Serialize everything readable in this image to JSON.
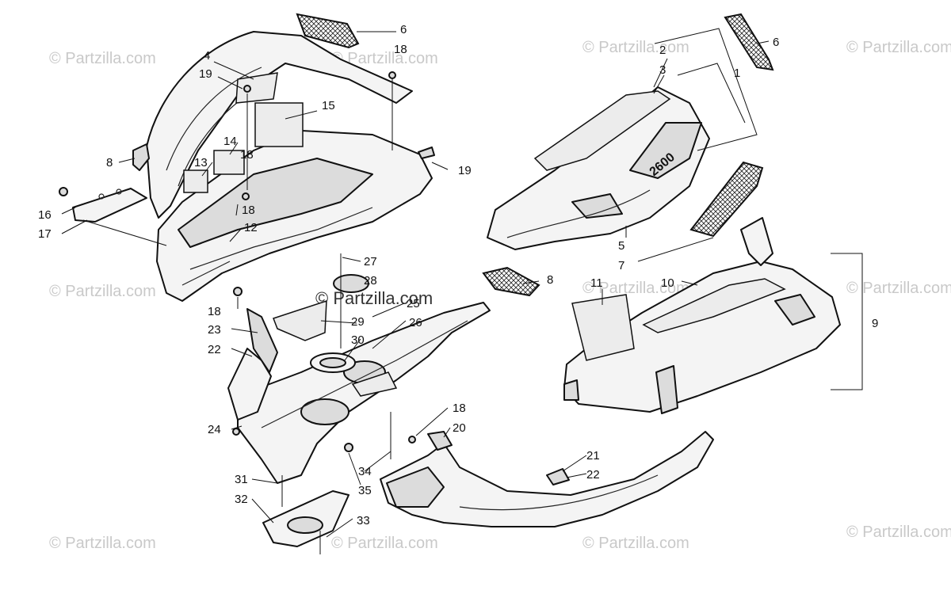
{
  "watermark": {
    "text": "© Partzilla.com",
    "center_text": "© Partzilla.com"
  },
  "callouts": [
    "1",
    "2",
    "3",
    "4",
    "5",
    "6",
    "6",
    "7",
    "8",
    "8",
    "9",
    "10",
    "11",
    "12",
    "13",
    "14",
    "15",
    "16",
    "17",
    "18",
    "18",
    "18",
    "18",
    "18",
    "19",
    "19",
    "20",
    "21",
    "22",
    "22",
    "23",
    "24",
    "25",
    "26",
    "27",
    "28",
    "29",
    "30",
    "31",
    "32",
    "33",
    "34",
    "35"
  ],
  "colors": {
    "line": "#111111",
    "watermark": "#c9c9c9",
    "part_fill": "#f4f4f4"
  }
}
